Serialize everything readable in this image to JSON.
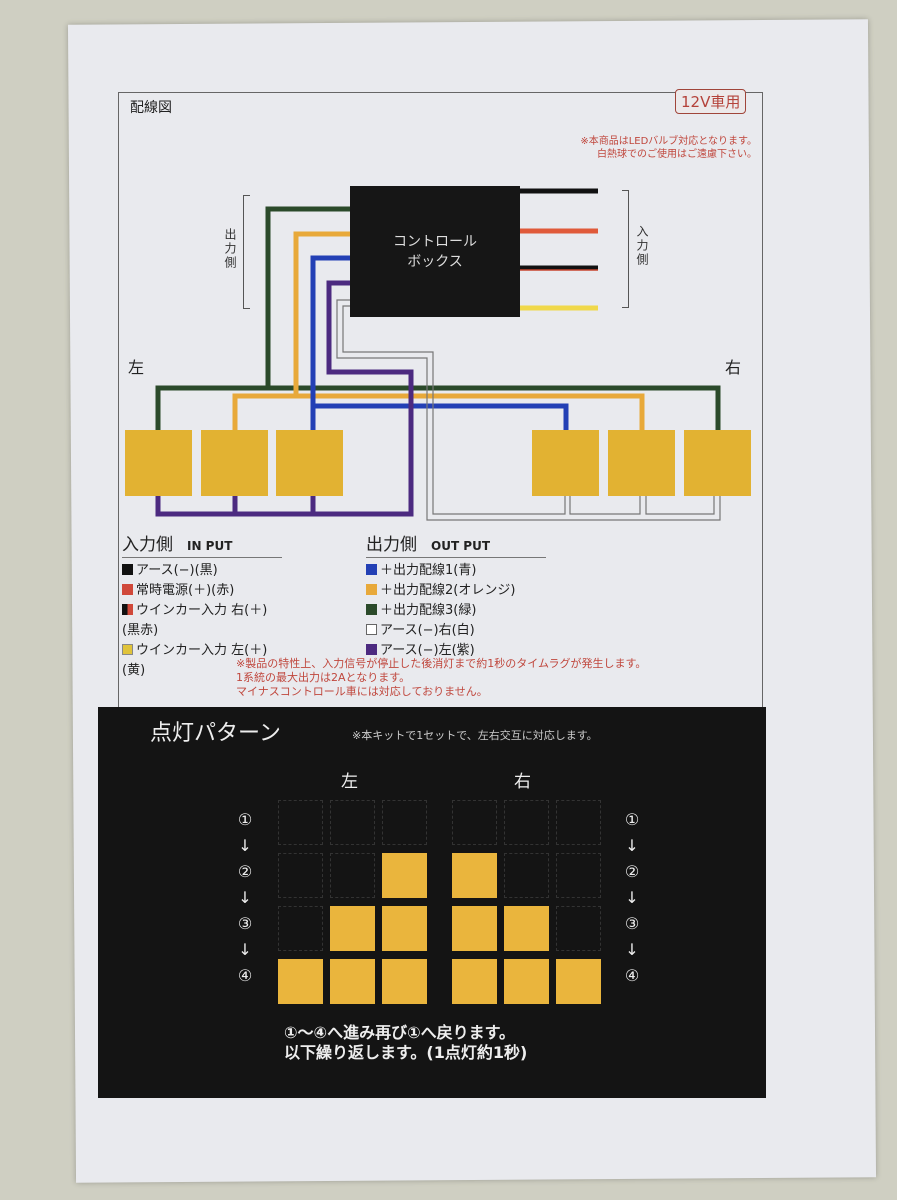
{
  "header": {
    "title": "配線図",
    "badge": "12V車用",
    "warning_lines": [
      "※本商品はLEDバルブ対応となります。",
      "白熱球でのご使用はご遠慮下さい。"
    ]
  },
  "diagram": {
    "control_box_lines": [
      "コントロール",
      "ボックス"
    ],
    "output_side_label": "出力側",
    "input_side_label": "入力側",
    "left_label": "左",
    "right_label": "右",
    "input_wire_colors": [
      "#111111",
      "#e05a3a",
      "#1a1a1a",
      "#f0d84a"
    ],
    "output_wire_colors": {
      "green": "#2b4a2a",
      "orange": "#e8a93a",
      "blue": "#2340b5",
      "purple": "#4c2a80",
      "white": "#777777"
    },
    "lamp_color": "#e2b232"
  },
  "legend_input": {
    "title": "入力側",
    "subtitle": "IN PUT",
    "items": [
      {
        "color": "#111111",
        "text": "アース(−)(黒)"
      },
      {
        "color": "#d0483a",
        "text": "常時電源(＋)(赤)"
      },
      {
        "color": "#1a1a1a",
        "text": "ウインカー入力 右(＋)(黒赤)"
      },
      {
        "color": "#e0c33a",
        "text": "ウインカー入力 左(＋)(黄)"
      }
    ]
  },
  "legend_output": {
    "title": "出力側",
    "subtitle": "OUT PUT",
    "items": [
      {
        "color": "#2340b5",
        "text": "＋出力配線1(青)"
      },
      {
        "color": "#e8a93a",
        "text": "＋出力配線2(オレンジ)"
      },
      {
        "color": "#2b4a2a",
        "text": "＋出力配線3(緑)"
      },
      {
        "color": "#ffffff",
        "text": "アース(−)右(白)"
      },
      {
        "color": "#4c2a80",
        "text": "アース(−)左(紫)"
      }
    ]
  },
  "notes": [
    "※製品の特性上、入力信号が停止した後消灯まで約1秒のタイムラグが発生します。",
    "1系統の最大出力は2Aとなります。",
    "マイナスコントロール車には対応しておりません。"
  ],
  "pattern": {
    "title": "点灯パターン",
    "note": "※本キットで1セットで、左右交互に対応します。",
    "left_label": "左",
    "right_label": "右",
    "steps": [
      "①",
      "↓",
      "②",
      "↓",
      "③",
      "↓",
      "④"
    ],
    "grid_left": [
      [
        0,
        0,
        0
      ],
      [
        0,
        0,
        1
      ],
      [
        0,
        1,
        1
      ],
      [
        1,
        1,
        1
      ]
    ],
    "grid_right": [
      [
        0,
        0,
        0
      ],
      [
        1,
        0,
        0
      ],
      [
        1,
        1,
        0
      ],
      [
        1,
        1,
        1
      ]
    ],
    "footer_lines": [
      "①〜④へ進み再び①へ戻ります。",
      "以下繰り返します。(1点灯約1秒)"
    ]
  }
}
